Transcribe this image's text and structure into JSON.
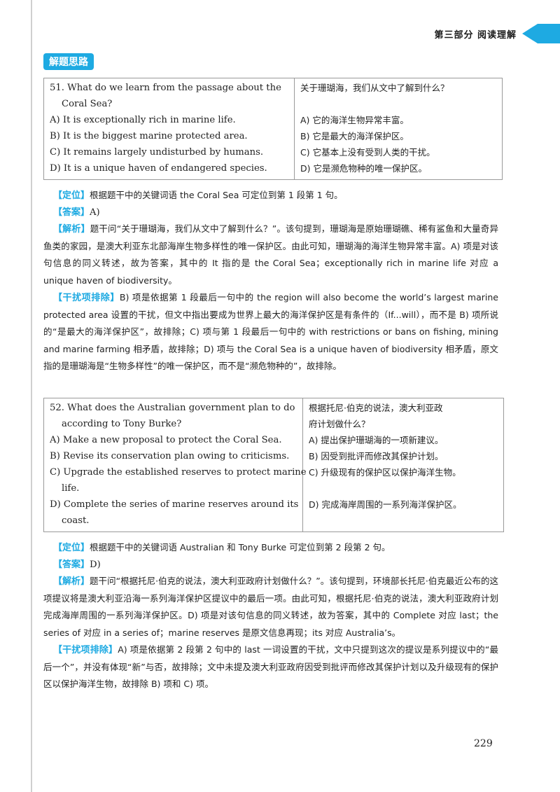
{
  "header": {
    "title": "第三部分 阅读理解"
  },
  "badge": "解题思路",
  "q51": {
    "en": [
      "51. What do we learn from the passage about the",
      "Coral Sea?",
      "A) It is exceptionally rich in marine life.",
      "B) It is the biggest marine protected area.",
      "C) It remains largely undisturbed by humans.",
      "D) It is a unique haven of endangered species."
    ],
    "zh": [
      "关于珊瑚海，我们从文中了解到什么？",
      "A) 它的海洋生物异常丰富。",
      "B) 它是最大的海洋保护区。",
      "C) 它基本上没有受到人类的干扰。",
      "D) 它是濒危物种的唯一保护区。"
    ]
  },
  "a51": {
    "locate_tag": "【定位】",
    "locate_text": "根据题干中的关键词语 the Coral Sea 可定位到第 1 段第 1 句。",
    "answer_tag": "【答案】",
    "answer_text": "A)",
    "analysis_tag": "【解析】",
    "analysis_text": "题干问“关于珊瑚海，我们从文中了解到什么？”。该句提到，珊瑚海是原始珊瑚礁、稀有鲨鱼和大量奇异鱼类的家园，是澳大利亚东北部海岸生物多样性的唯一保护区。由此可知，珊瑚海的海洋生物异常丰富。A) 项是对该句信息的同义转述，故为答案，其中的 It 指的是 the Coral Sea；exceptionally rich in marine life 对应 a unique haven of biodiversity。",
    "distract_tag": "【干扰项排除】",
    "distract_text": "B) 项是依据第 1 段最后一句中的 the region will also become the world’s largest marine protected area 设置的干扰，但文中指出要成为世界上最大的海洋保护区是有条件的（If...will），而不是 B) 项所说的“是最大的海洋保护区”，故排除；C) 项与第 1 段最后一句中的 with restrictions or bans on fishing, mining and marine farming 相矛盾，故排除；D) 项与 the Coral Sea is a unique haven of biodiversity 相矛盾，原文指的是珊瑚海是“生物多样性”的唯一保护区，而不是“濒危物种的”，故排除。"
  },
  "q52": {
    "en": [
      "52. What does the Australian government plan to do",
      "according to Tony Burke?",
      "A) Make a new proposal to protect the Coral Sea.",
      "B) Revise its conservation plan owing to criticisms.",
      "C) Upgrade the established reserves to protect marine",
      "life.",
      "D) Complete the series of marine reserves around its",
      "coast."
    ],
    "zh": [
      "根据托尼·伯克的说法，澳大利亚政",
      "府计划做什么？",
      "A) 提出保护珊瑚海的一项新建议。",
      "B) 因受到批评而修改其保护计划。",
      "C) 升级现有的保护区以保护海洋生物。",
      "D) 完成海岸周围的一系列海洋保护区。"
    ]
  },
  "a52": {
    "locate_tag": "【定位】",
    "locate_text": "根据题干中的关键词语 Australian 和 Tony Burke 可定位到第 2 段第 2 句。",
    "answer_tag": "【答案】",
    "answer_text": "D)",
    "analysis_tag": "【解析】",
    "analysis_text": "题干问“根据托尼·伯克的说法，澳大利亚政府计划做什么？”。该句提到，环境部长托尼·伯克最近公布的这项提议将是澳大利亚沿海一系列海洋保护区提议中的最后一项。由此可知，根据托尼·伯克的说法，澳大利亚政府计划完成海岸周围的一系列海洋保护区。D) 项是对该句信息的同义转述，故为答案，其中的 Complete 对应 last；the series of 对应 in a series of；marine reserves 是原文信息再现；its 对应 Australia’s。",
    "distract_tag": "【干扰项排除】",
    "distract_text": "A) 项是依据第 2 段第 2 句中的 last 一词设置的干扰，文中只提到这次的提议是系列提议中的“最后一个”，并没有体现“新”与否，故排除；文中未提及澳大利亚政府因受到批评而修改其保护计划以及升级现有的保护区以保护海洋生物，故排除 B) 项和 C) 项。"
  },
  "page_number": "229",
  "colors": {
    "accent": "#1eaae2"
  }
}
